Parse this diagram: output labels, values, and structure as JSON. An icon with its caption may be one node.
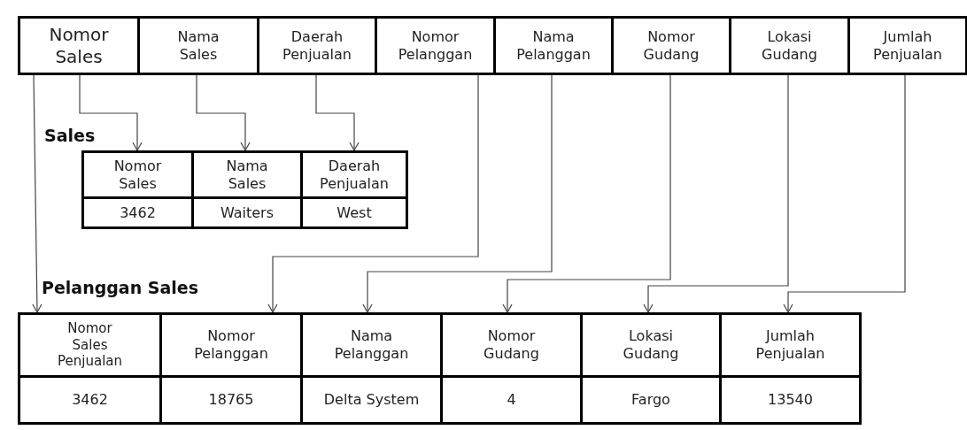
{
  "diagram": {
    "nodes": [
      {
        "text": [
          "Nomor Sales"
        ]
      },
      {
        "text": [
          "Nama Sales"
        ]
      },
      {
        "text": [
          "Daerah Penjualan"
        ]
      },
      {
        "text": [
          "Nomor Pelanggan"
        ]
      },
      {
        "text": [
          "Nama Pelanggan"
        ]
      },
      {
        "text": [
          "Nomor Gudang"
        ]
      },
      {
        "text": [
          "Lokasi Gudang"
        ]
      },
      {
        "text": [
          "Jumlah Penjualan"
        ]
      },
      {
        "text": [
          "Nomor Sales"
        ]
      },
      {
        "text": [
          "Nama Sales"
        ]
      },
      {
        "text": [
          "Daerah Penjualan"
        ]
      },
      {
        "text": [
          "3462"
        ]
      },
      {
        "text": [
          "Waiters"
        ]
      },
      {
        "text": [
          "West"
        ]
      },
      {
        "text": [
          "Nomor Sales Penjualan"
        ]
      },
      {
        "text": [
          "Nomor Pelanggan"
        ]
      },
      {
        "text": [
          "Nama Pelanggan"
        ]
      },
      {
        "text": [
          "Nomor Gudang"
        ]
      },
      {
        "text": [
          "Lokasi Gudang"
        ]
      },
      {
        "text": [
          "Jumlah Penjualan"
        ]
      },
      {
        "text": [
          "3462"
        ]
      },
      {
        "text": [
          "18765"
        ]
      },
      {
        "text": [
          "Delta System"
        ]
      },
      {
        "text": [
          "4"
        ]
      },
      {
        "text": [
          "Fargo"
        ]
      },
      {
        "text": [
          "13540"
        ]
      }
    ],
    "edges": [
      {
        "from": 0,
        "to": 8,
        "arrow": "to"
      },
      {
        "from": 1,
        "to": 9,
        "arrow": "to"
      },
      {
        "from": 2,
        "to": 10,
        "arrow": "to"
      },
      {
        "from": 0,
        "to": 14,
        "arrow": "to"
      },
      {
        "from": 3,
        "to": 15,
        "arrow": "to"
      },
      {
        "from": 4,
        "to": 16,
        "arrow": "to"
      },
      {
        "from": 5,
        "to": 17,
        "arrow": "to"
      },
      {
        "from": 6,
        "to": 18,
        "arrow": "to"
      },
      {
        "from": 7,
        "to": 19,
        "arrow": "to"
      }
    ],
    "labels": [
      "Sales",
      "Pelanggan Sales"
    ]
  }
}
